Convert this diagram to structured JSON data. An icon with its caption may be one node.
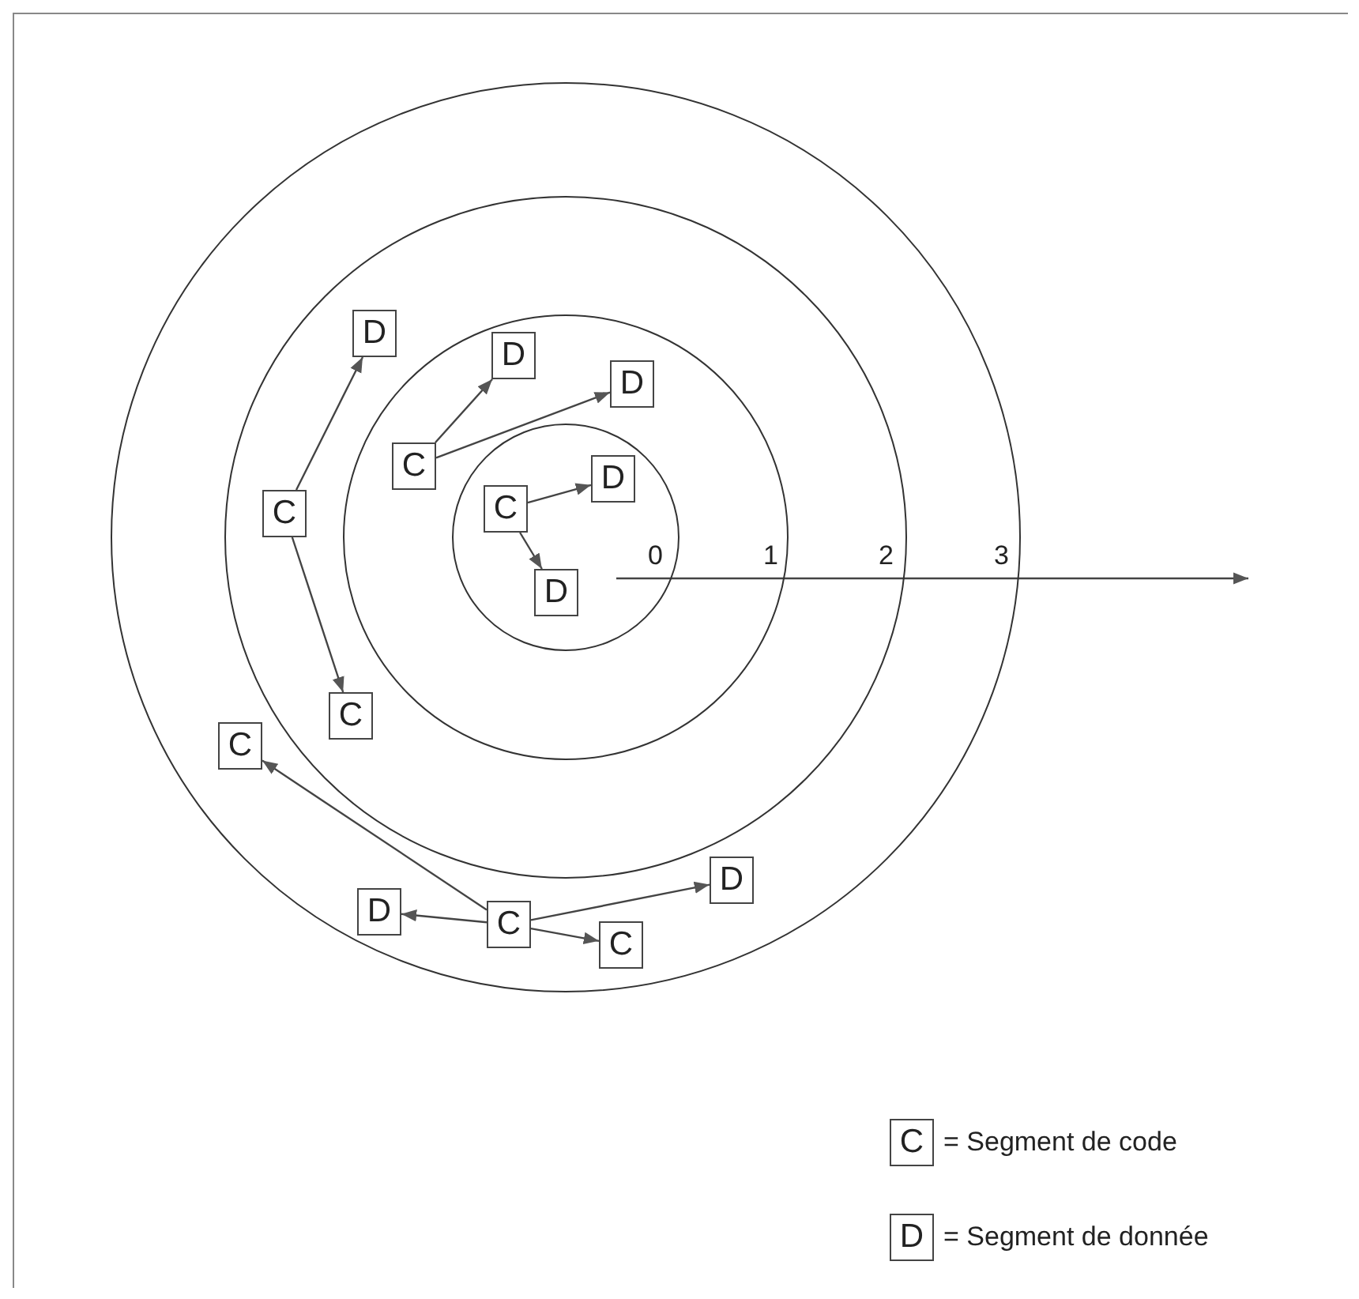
{
  "diagram": {
    "nodes": [
      {
        "text": [],
        "shape": "circle"
      },
      {
        "text": [],
        "shape": "circle",
        "in": 0
      },
      {
        "text": [],
        "shape": "circle",
        "in": 1
      },
      {
        "text": [],
        "shape": "circle",
        "in": 2
      },
      {
        "text": [
          "C"
        ],
        "in": 3
      },
      {
        "text": [
          "D"
        ],
        "in": 3
      },
      {
        "text": [
          "D"
        ],
        "in": 3
      },
      {
        "text": [
          "D"
        ],
        "in": 1
      },
      {
        "text": [
          "D"
        ],
        "in": 2
      },
      {
        "text": [
          "D"
        ],
        "in": 2
      },
      {
        "text": [
          "C"
        ],
        "in": 2
      },
      {
        "text": [
          "C"
        ],
        "in": 1
      },
      {
        "text": [
          "C"
        ],
        "in": 1
      },
      {
        "text": [
          "C"
        ],
        "in": 0
      },
      {
        "text": [
          "D"
        ],
        "in": 0
      },
      {
        "text": [
          "C"
        ],
        "in": 0
      },
      {
        "text": [
          "D"
        ],
        "in": 0
      },
      {
        "text": [
          "C"
        ],
        "in": 0
      },
      {
        "text": [
          "C"
        ],
        "beside": [
          "= Segment de code"
        ]
      },
      {
        "text": [
          "D"
        ],
        "beside": [
          "= Segment de donnée"
        ]
      }
    ],
    "edges": [
      {
        "from": 4,
        "to": 5,
        "arrow": "to"
      },
      {
        "from": 4,
        "to": 6,
        "arrow": "to"
      },
      {
        "from": 10,
        "to": 8,
        "arrow": "to"
      },
      {
        "from": 10,
        "to": 9,
        "arrow": "to"
      },
      {
        "from": 11,
        "to": 7,
        "arrow": "to"
      },
      {
        "from": 11,
        "to": 12,
        "arrow": "to"
      },
      {
        "from": 15,
        "to": 13,
        "arrow": "to"
      },
      {
        "from": 15,
        "to": 14,
        "arrow": "to"
      },
      {
        "from": 15,
        "to": 16,
        "arrow": "to"
      },
      {
        "from": 15,
        "to": 17,
        "arrow": "to"
      }
    ],
    "labels": [
      "0",
      "1",
      "2",
      "3"
    ]
  }
}
